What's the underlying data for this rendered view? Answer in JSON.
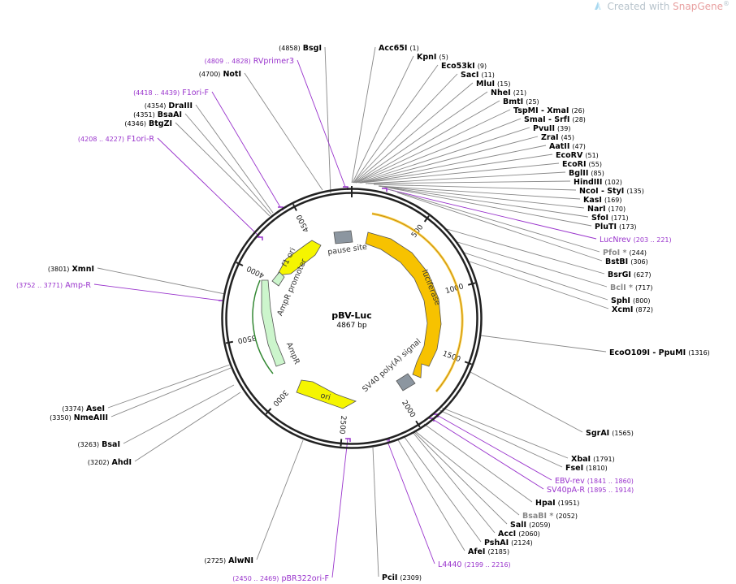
{
  "watermark": {
    "prefix": "Created with",
    "brand": "SnapGene",
    "mark": "®"
  },
  "plasmid": {
    "name": "pBV-Luc",
    "size": "4867 bp"
  },
  "colors": {
    "backbone": "#222222",
    "enzyme_line": "#888888",
    "primer": "#9933cc",
    "feature_yellow": "#f5f500",
    "feature_orange": "#f7c200",
    "feature_green": "#ccf5cc",
    "feature_grey": "#8c96a0"
  },
  "ticks": [
    "500",
    "1000",
    "1500",
    "2000",
    "2500",
    "3000",
    "3500",
    "4000",
    "4500"
  ],
  "features": [
    {
      "name": "f1 ori"
    },
    {
      "name": "AmpR promoter"
    },
    {
      "name": "AmpR"
    },
    {
      "name": "ori"
    },
    {
      "name": "pause site"
    },
    {
      "name": "luciferase"
    },
    {
      "name": "SV40 poly(A) signal"
    }
  ],
  "labels": [
    {
      "pos": "(4858)",
      "name": "BsgI",
      "kind": "enzyme"
    },
    {
      "pos": "(4809 .. 4828)",
      "name": "RVprimer3",
      "kind": "primer"
    },
    {
      "pos": "(4700)",
      "name": "NotI",
      "kind": "enzyme"
    },
    {
      "pos": "(4418 .. 4439)",
      "name": "F1ori-F",
      "kind": "primer"
    },
    {
      "pos": "(4354)",
      "name": "DraIII",
      "kind": "enzyme"
    },
    {
      "pos": "(4351)",
      "name": "BsaAI",
      "kind": "enzyme"
    },
    {
      "pos": "(4346)",
      "name": "BtgZI",
      "kind": "enzyme"
    },
    {
      "pos": "(4208 .. 4227)",
      "name": "F1ori-R",
      "kind": "primer"
    },
    {
      "pos": "(3801)",
      "name": "XmnI",
      "kind": "enzyme"
    },
    {
      "pos": "(3752 .. 3771)",
      "name": "Amp-R",
      "kind": "primer"
    },
    {
      "pos": "(3374)",
      "name": "AseI",
      "kind": "enzyme"
    },
    {
      "pos": "(3350)",
      "name": "NmeAIII",
      "kind": "enzyme"
    },
    {
      "pos": "(3263)",
      "name": "BsaI",
      "kind": "enzyme"
    },
    {
      "pos": "(3202)",
      "name": "AhdI",
      "kind": "enzyme"
    },
    {
      "pos": "(2725)",
      "name": "AlwNI",
      "kind": "enzyme"
    },
    {
      "pos": "(2450 .. 2469)",
      "name": "pBR322ori-F",
      "kind": "primer"
    },
    {
      "name": "PciI",
      "pos": "(2309)",
      "kind": "enzyme"
    },
    {
      "name": "Acc65I",
      "pos": "(1)",
      "kind": "enzyme"
    },
    {
      "name": "KpnI",
      "pos": "(5)",
      "kind": "enzyme"
    },
    {
      "name": "Eco53kI",
      "pos": "(9)",
      "kind": "enzyme"
    },
    {
      "name": "SacI",
      "pos": "(11)",
      "kind": "enzyme"
    },
    {
      "name": "MluI",
      "pos": "(15)",
      "kind": "enzyme"
    },
    {
      "name": "NheI",
      "pos": "(21)",
      "kind": "enzyme"
    },
    {
      "name": "BmtI",
      "pos": "(25)",
      "kind": "enzyme"
    },
    {
      "name": "TspMI",
      "name2": "XmaI",
      "pos": "(26)",
      "kind": "enzyme"
    },
    {
      "name": "SmaI",
      "name2": "SrfI",
      "pos": "(28)",
      "kind": "enzyme"
    },
    {
      "name": "PvuII",
      "pos": "(39)",
      "kind": "enzyme"
    },
    {
      "name": "ZraI",
      "pos": "(45)",
      "kind": "enzyme"
    },
    {
      "name": "AatII",
      "pos": "(47)",
      "kind": "enzyme"
    },
    {
      "name": "EcoRV",
      "pos": "(51)",
      "kind": "enzyme"
    },
    {
      "name": "EcoRI",
      "pos": "(55)",
      "kind": "enzyme"
    },
    {
      "name": "BglII",
      "pos": "(85)",
      "kind": "enzyme"
    },
    {
      "name": "HindIII",
      "pos": "(102)",
      "kind": "enzyme"
    },
    {
      "name": "NcoI",
      "name2": "StyI",
      "pos": "(135)",
      "kind": "enzyme"
    },
    {
      "name": "KasI",
      "pos": "(169)",
      "kind": "enzyme"
    },
    {
      "name": "NarI",
      "pos": "(170)",
      "kind": "enzyme"
    },
    {
      "name": "SfoI",
      "pos": "(171)",
      "kind": "enzyme"
    },
    {
      "name": "PluTI",
      "pos": "(173)",
      "kind": "enzyme"
    },
    {
      "name": "LucNrev",
      "pos": "(203 .. 221)",
      "kind": "primer"
    },
    {
      "name": "PfoI *",
      "pos": "(244)",
      "kind": "gray"
    },
    {
      "name": "BstBI",
      "pos": "(306)",
      "kind": "enzyme"
    },
    {
      "name": "BsrGI",
      "pos": "(627)",
      "kind": "enzyme"
    },
    {
      "name": "BclI *",
      "pos": "(717)",
      "kind": "gray"
    },
    {
      "name": "SphI",
      "pos": "(800)",
      "kind": "enzyme"
    },
    {
      "name": "XcmI",
      "pos": "(872)",
      "kind": "enzyme"
    },
    {
      "name": "EcoO109I",
      "name2": "PpuMI",
      "pos": "(1316)",
      "kind": "enzyme"
    },
    {
      "name": "SgrAI",
      "pos": "(1565)",
      "kind": "enzyme"
    },
    {
      "name": "XbaI",
      "pos": "(1791)",
      "kind": "enzyme"
    },
    {
      "name": "FseI",
      "pos": "(1810)",
      "kind": "enzyme"
    },
    {
      "name": "EBV-rev",
      "pos": "(1841 .. 1860)",
      "kind": "primer"
    },
    {
      "name": "SV40pA-R",
      "pos": "(1895 .. 1914)",
      "kind": "primer"
    },
    {
      "name": "HpaI",
      "pos": "(1951)",
      "kind": "enzyme"
    },
    {
      "name": "BsaBI *",
      "pos": "(2052)",
      "kind": "gray"
    },
    {
      "name": "SalI",
      "pos": "(2059)",
      "kind": "enzyme"
    },
    {
      "name": "AccI",
      "pos": "(2060)",
      "kind": "enzyme"
    },
    {
      "name": "PshAI",
      "pos": "(2124)",
      "kind": "enzyme"
    },
    {
      "name": "AfeI",
      "pos": "(2185)",
      "kind": "enzyme"
    },
    {
      "name": "L4440",
      "pos": "(2199 .. 2216)",
      "kind": "primer"
    }
  ]
}
